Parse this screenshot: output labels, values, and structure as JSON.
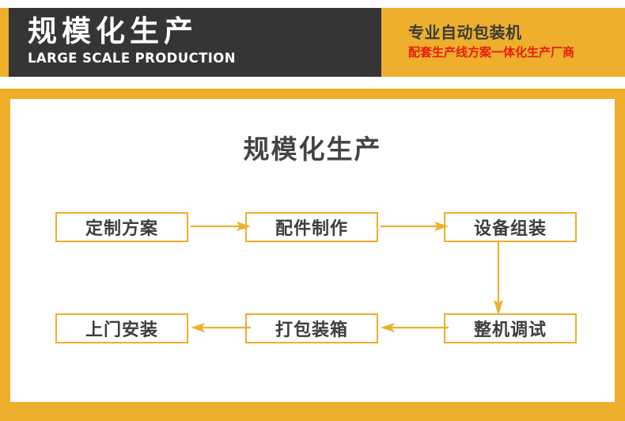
{
  "header": {
    "brand_cn": "规模化生产",
    "brand_en": "LARGE SCALE PRODUCTION",
    "tagline_main": "专业自动包装机",
    "tagline_sub": "配套生产线方案一体化生产厂商",
    "dark_color": "#353535",
    "accent_color": "#edaf2c",
    "tagline_sub_color": "#e81b10"
  },
  "body": {
    "section_title": "规模化生产",
    "frame_color": "#edaf2c",
    "node_border_color": "#edaf2c",
    "node_text_color": "#3d3d3d",
    "arrow_color": "#edaf2c"
  },
  "flow": {
    "nodes": [
      {
        "id": "custom-plan",
        "label": "定制方案",
        "row": 1,
        "col": 1
      },
      {
        "id": "parts-making",
        "label": "配件制作",
        "row": 1,
        "col": 2
      },
      {
        "id": "equipment-assy",
        "label": "设备组装",
        "row": 1,
        "col": 3
      },
      {
        "id": "onsite-install",
        "label": "上门安装",
        "row": 2,
        "col": 1
      },
      {
        "id": "packing-crating",
        "label": "打包装箱",
        "row": 2,
        "col": 2
      },
      {
        "id": "machine-testing",
        "label": "整机调试",
        "row": 2,
        "col": 3
      }
    ],
    "connectors": [
      {
        "id": "arrow-1",
        "from": "custom-plan",
        "to": "parts-making",
        "direction": "right"
      },
      {
        "id": "arrow-2",
        "from": "parts-making",
        "to": "equipment-assy",
        "direction": "right"
      },
      {
        "id": "arrow-3",
        "from": "equipment-assy",
        "to": "machine-testing",
        "direction": "down"
      },
      {
        "id": "arrow-4",
        "from": "machine-testing",
        "to": "packing-crating",
        "direction": "left"
      },
      {
        "id": "arrow-5",
        "from": "packing-crating",
        "to": "onsite-install",
        "direction": "left"
      }
    ]
  }
}
